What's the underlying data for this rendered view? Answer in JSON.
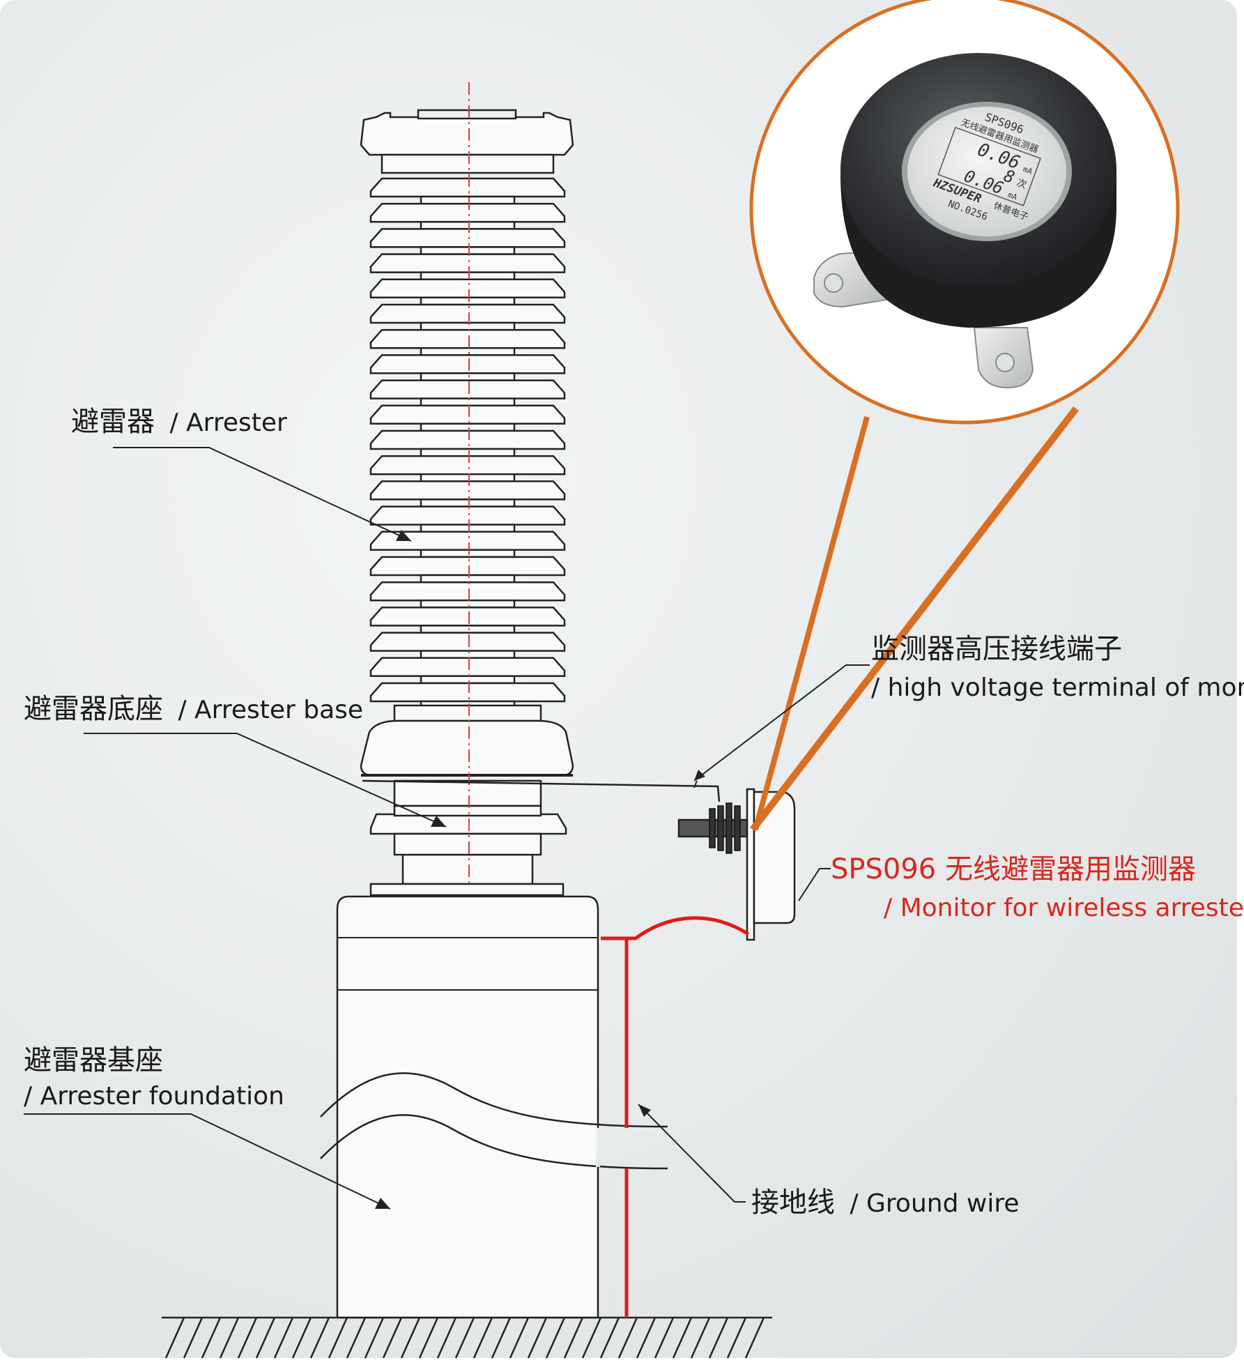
{
  "colors": {
    "background": "#e9ecec",
    "outline": "#222222",
    "callout_orange": "#d96f22",
    "ground_wire_red": "#e11b16",
    "highlight_label_red": "#d9261c",
    "center_line_red": "#e23a3a"
  },
  "labels": {
    "arrester": {
      "cn": "避雷器",
      "en": "/ Arrester"
    },
    "arrester_base": {
      "cn": "避雷器底座",
      "en": "/ Arrester base"
    },
    "hv_terminal": {
      "cn": "监测器高压接线端子",
      "en": "/ high voltage terminal of monitor"
    },
    "monitor": {
      "cn": "SPS096 无线避雷器用监测器",
      "en": "/ Monitor for wireless arrester"
    },
    "foundation": {
      "cn": "避雷器基座",
      "en": "/ Arrester foundation"
    },
    "ground_wire": {
      "cn": "接地线",
      "en": "/ Ground wire"
    }
  },
  "device": {
    "model": "SPS096",
    "subtitle": "无线避雷器用监测器",
    "reading_1": "0.06",
    "reading_1_unit": "mA",
    "count": "8",
    "count_unit": "次",
    "reading_2": "0.06",
    "reading_2_unit": "mA",
    "brand": "HZSUPER",
    "brand_cn": "休普电子",
    "serial": "NO.0256"
  }
}
